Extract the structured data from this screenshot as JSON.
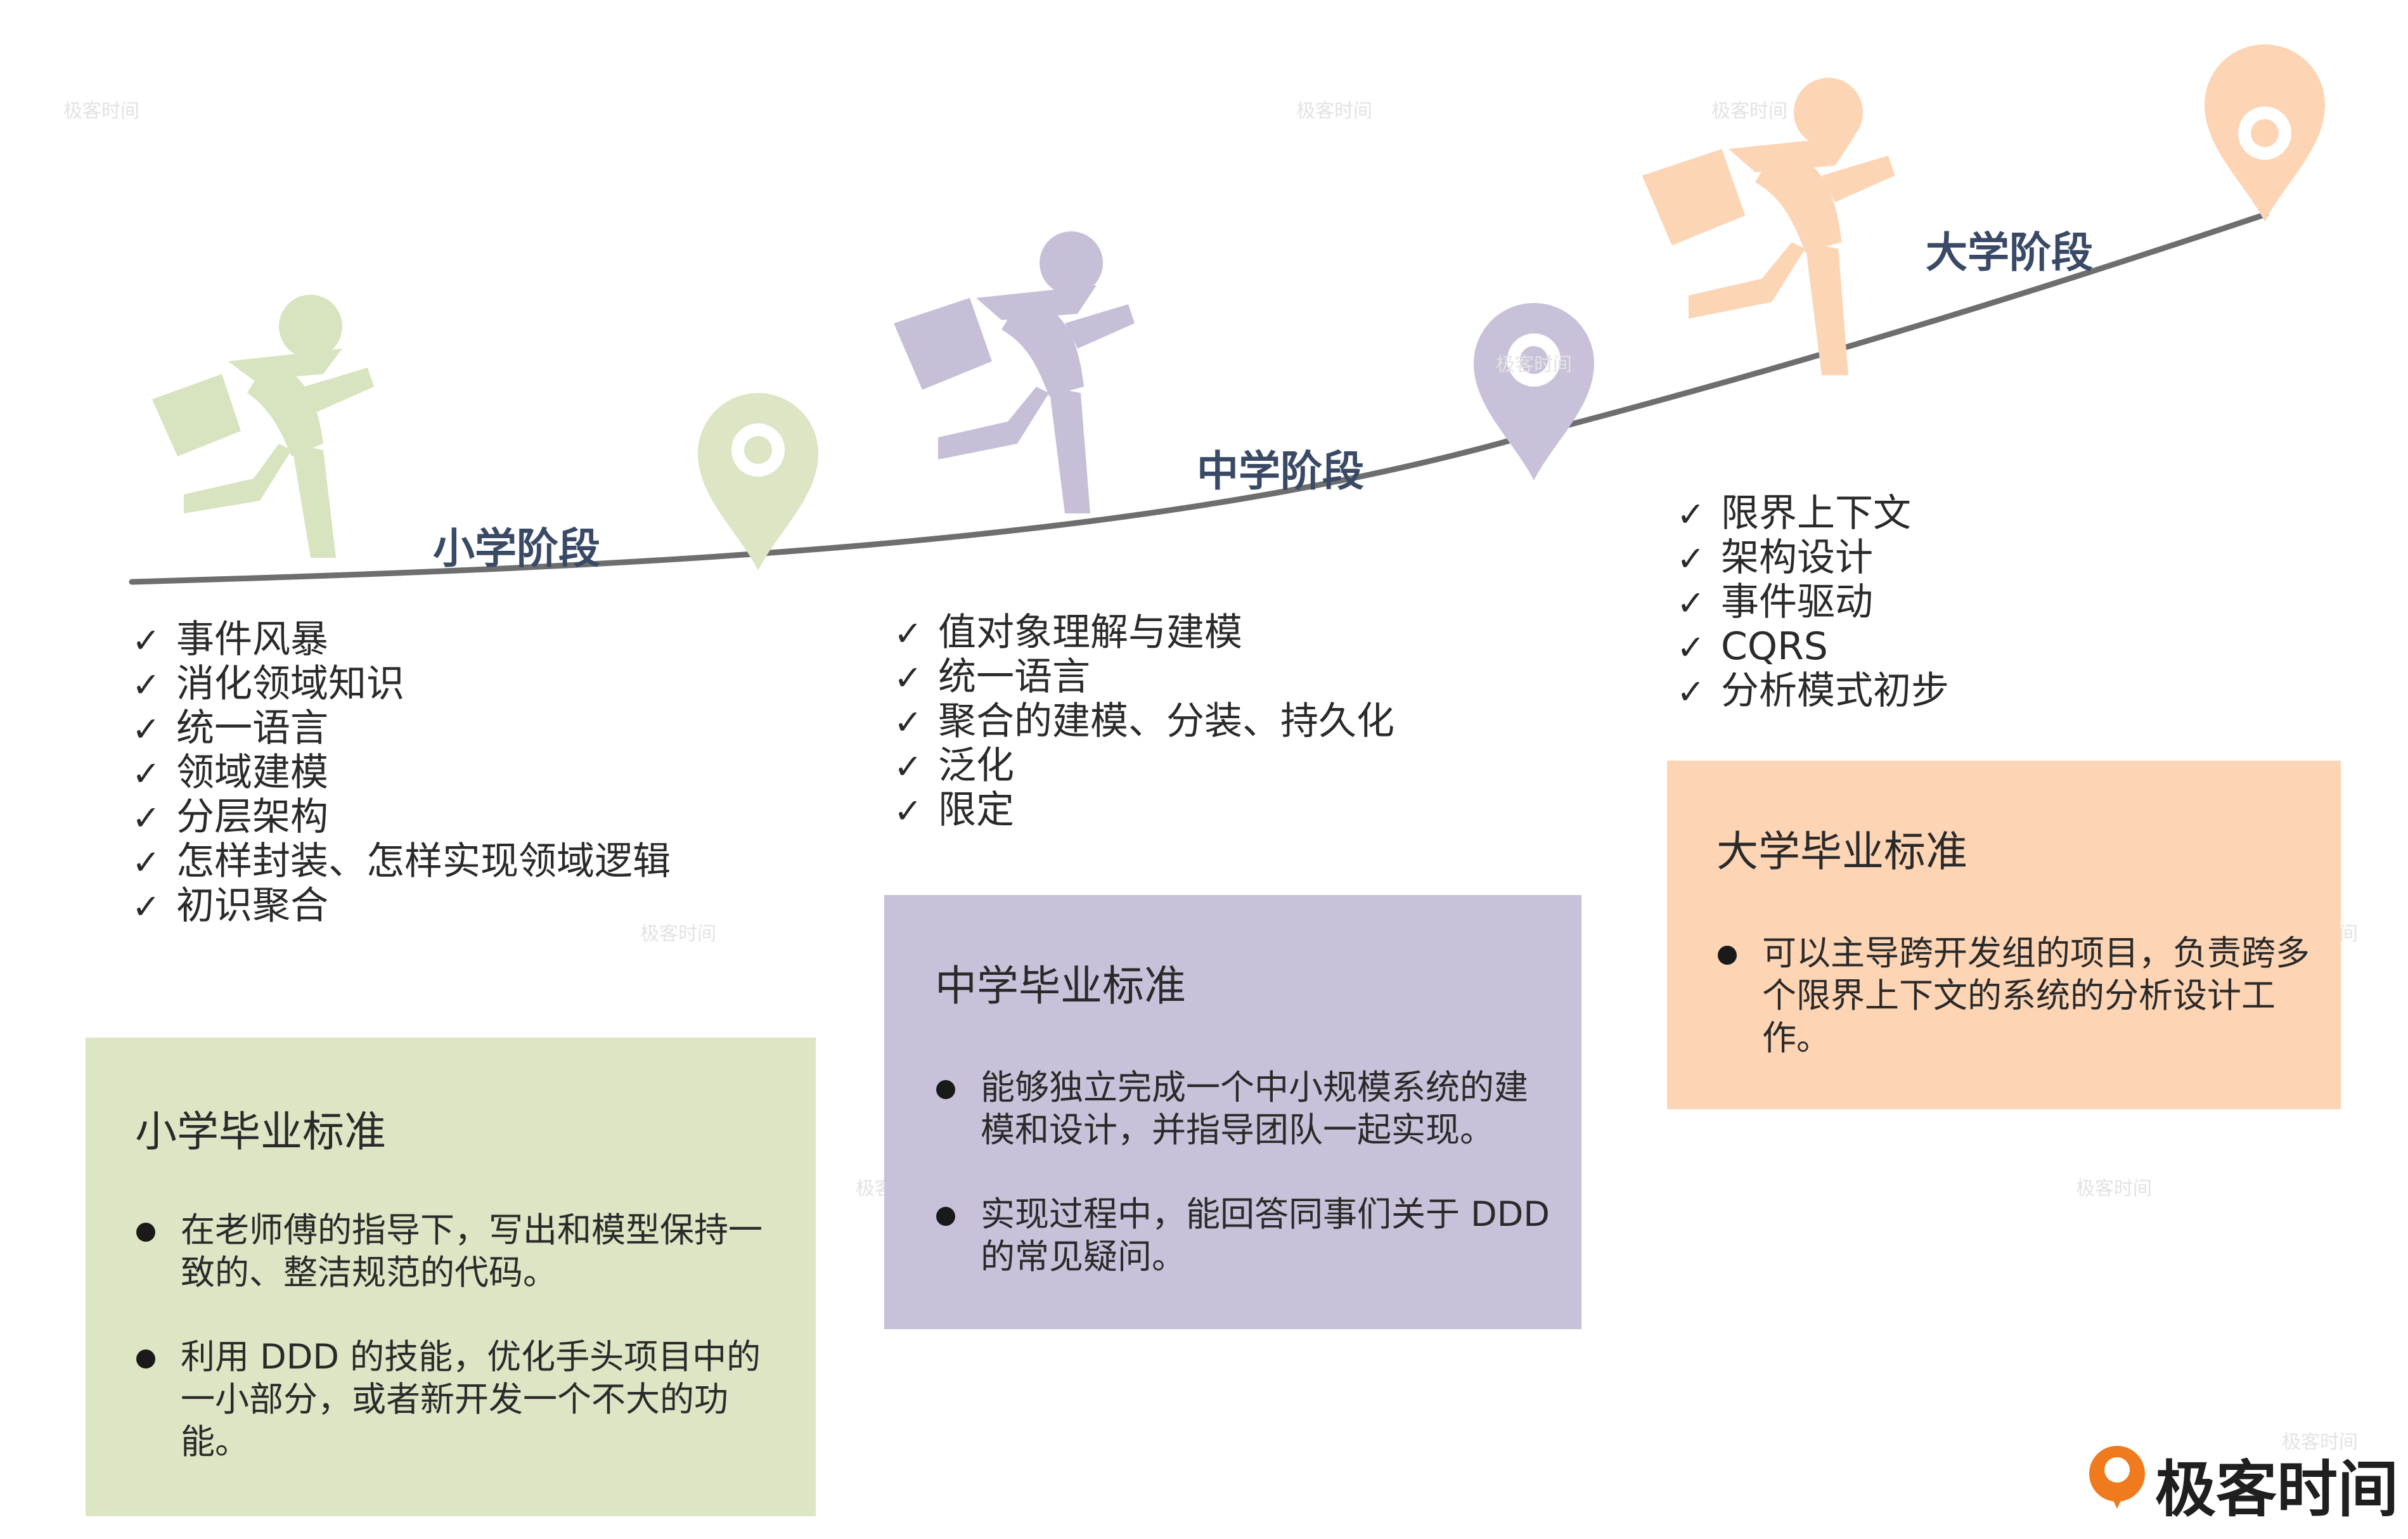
{
  "colors": {
    "elementary": "#dce5c4",
    "elementary_figure": "#d8e3bf",
    "middle": "#c9c1d9",
    "middle_figure": "#c7bfd8",
    "university": "#fdd4b4",
    "university_figure": "#fcd5b5",
    "path_line": "#6e6e6e",
    "stage_title": "#3a4a66",
    "brand_orange": "#f07a1e"
  },
  "stages": {
    "elementary": {
      "title": "小学阶段",
      "items": [
        "事件风暴",
        "消化领域知识",
        "统一语言",
        "领域建模",
        "分层架构",
        "怎样封装、怎样实现领域逻辑",
        "初识聚合"
      ],
      "standard_title": "小学毕业标准",
      "standard_bullets": [
        "在老师傅的指导下，写出和模型保持一致的、整洁规范的代码。",
        "利用 DDD 的技能，优化手头项目中的一小部分，或者新开发一个不大的功能。"
      ]
    },
    "middle": {
      "title": "中学阶段",
      "items": [
        "值对象理解与建模",
        "统一语言",
        "聚合的建模、分装、持久化",
        "泛化",
        "限定"
      ],
      "standard_title": "中学毕业标准",
      "standard_bullets": [
        "能够独立完成一个中小规模系统的建模和设计，并指导团队一起实现。",
        "实现过程中，能回答同事们关于 DDD 的常见疑问。"
      ]
    },
    "university": {
      "title": "大学阶段",
      "items": [
        "限界上下文",
        "架构设计",
        "事件驱动",
        "CQRS",
        "分析模式初步"
      ],
      "standard_title": "大学毕业标准",
      "standard_bullets": [
        "可以主导跨开发组的项目，负责跨多个限界上下文的系统的分析设计工作。"
      ]
    }
  },
  "check_mark": "✓",
  "brand": {
    "name": "极客时间"
  },
  "watermark": {
    "text": "极客时间"
  }
}
